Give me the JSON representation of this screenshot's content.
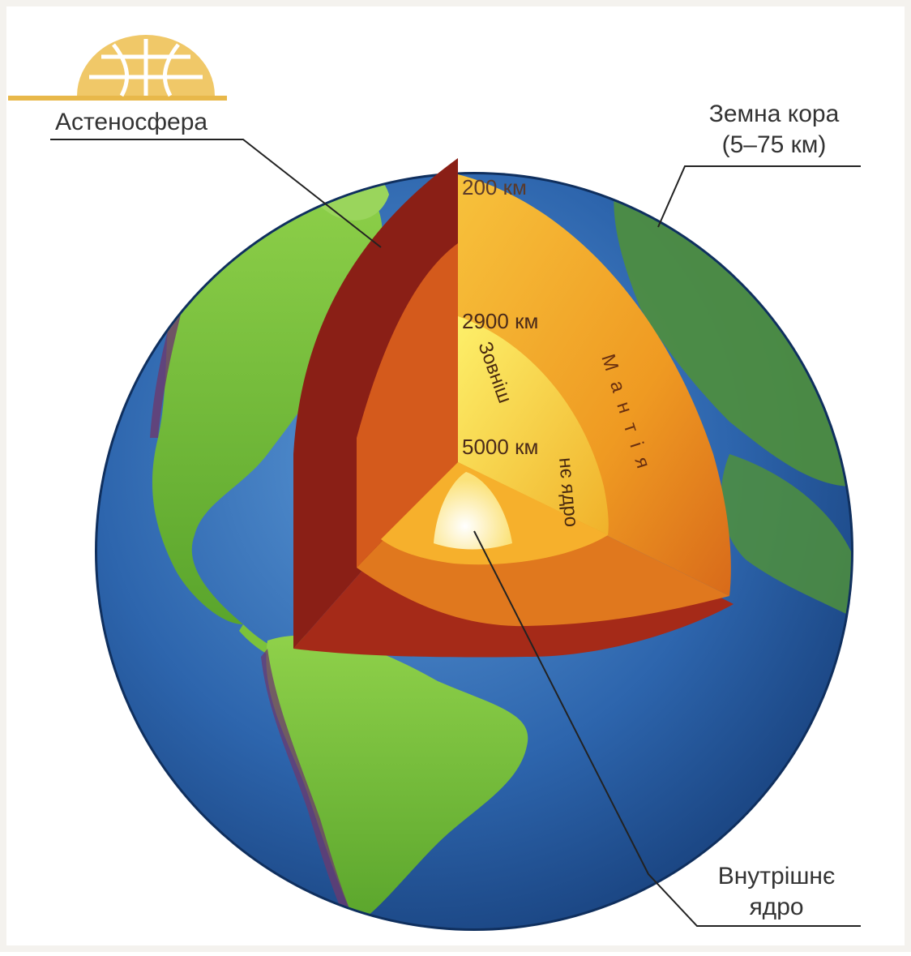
{
  "labels": {
    "asthenosphere": "Астеносфера",
    "crust_title": "Земна кора",
    "crust_range": "(5–75 км)",
    "inner_core_line1": "Внутрішнє",
    "inner_core_line2": "ядро"
  },
  "depth_marks": {
    "d200": "200 км",
    "d2900": "2900 км",
    "d5000": "5000 км"
  },
  "layers": {
    "mantle": "Мантія",
    "outer_core_line1": "Зовніш",
    "outer_core_line2": "нє ядро"
  },
  "colors": {
    "ocean": "#2f6fb5",
    "land": "#7cc23a",
    "crust_band": "#8a1f16",
    "mantle": "#f0a623",
    "outer_core": "#f7d23a",
    "inner_core": "#fff6c8",
    "logo": "#e8b84a"
  }
}
